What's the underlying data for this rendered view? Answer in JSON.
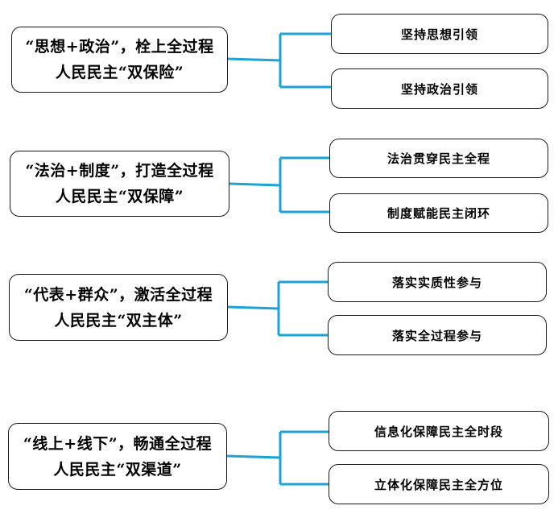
{
  "line_color": "#1ba3d8",
  "groups": [
    {
      "title_line1": "“思想+政治”，栓上全过程",
      "title_line2": "人民民主“双保险”",
      "items": [
        "坚持思想引领",
        "坚持政治引领"
      ]
    },
    {
      "title_line1": "“法治+制度”，打造全过程",
      "title_line2": "人民民主“双保障”",
      "items": [
        "法治贯穿民主全程",
        "制度赋能民主闭环"
      ]
    },
    {
      "title_line1": "“代表+群众”，激活全过程",
      "title_line2": "人民民主“双主体”",
      "items": [
        "落实实质性参与",
        "落实全过程参与"
      ]
    },
    {
      "title_line1": "“线上+线下”，畅通全过程",
      "title_line2": "人民民主“双渠道”",
      "items": [
        "信息化保障民主全时段",
        "立体化保障民主全方位"
      ]
    }
  ]
}
